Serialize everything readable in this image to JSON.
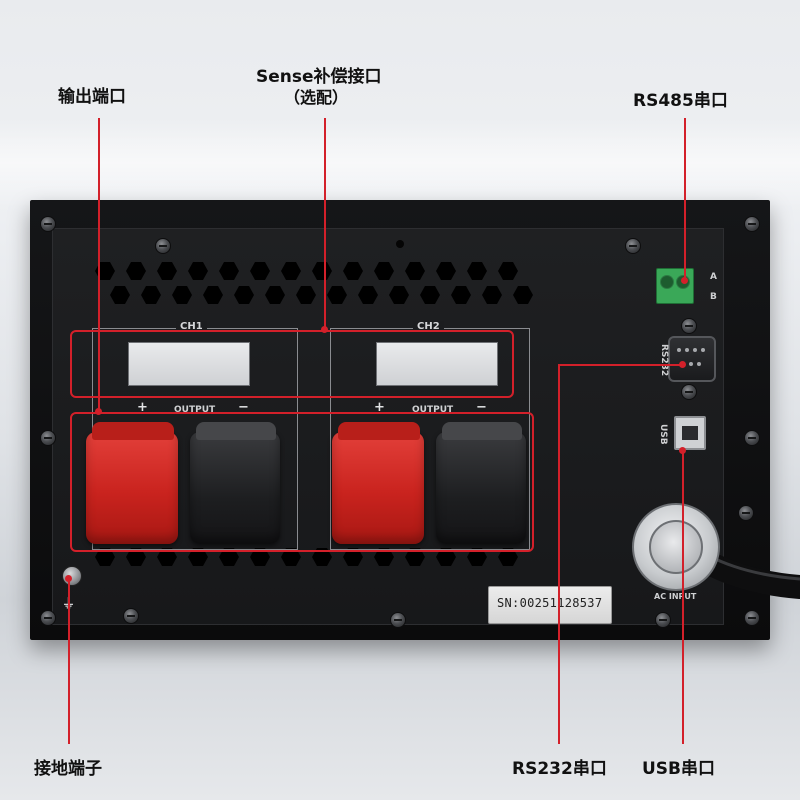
{
  "callouts": {
    "output_port": "输出端口",
    "sense_title": "Sense补偿接口",
    "sense_note": "（选配）",
    "rs485": "RS485串口",
    "ground": "接地端子",
    "rs232": "RS232串口",
    "usb": "USB串口"
  },
  "panel": {
    "ch1_label": "CH1",
    "ch2_label": "CH2",
    "output_label": "OUTPUT",
    "plus": "+",
    "minus": "−",
    "port_a": "A",
    "port_b": "B",
    "rs232_port_label": "RS232",
    "usb_port_label": "USB",
    "ac_input_label": "AC INPUT",
    "serial_number": "SN:00251128537",
    "ground_symbol": "⏚"
  },
  "colors": {
    "callout_line": "#d3202a",
    "terminal_positive": "#d3302a",
    "terminal_negative": "#1f2022",
    "rs485_connector": "#3aa858",
    "chassis": "#141517"
  }
}
